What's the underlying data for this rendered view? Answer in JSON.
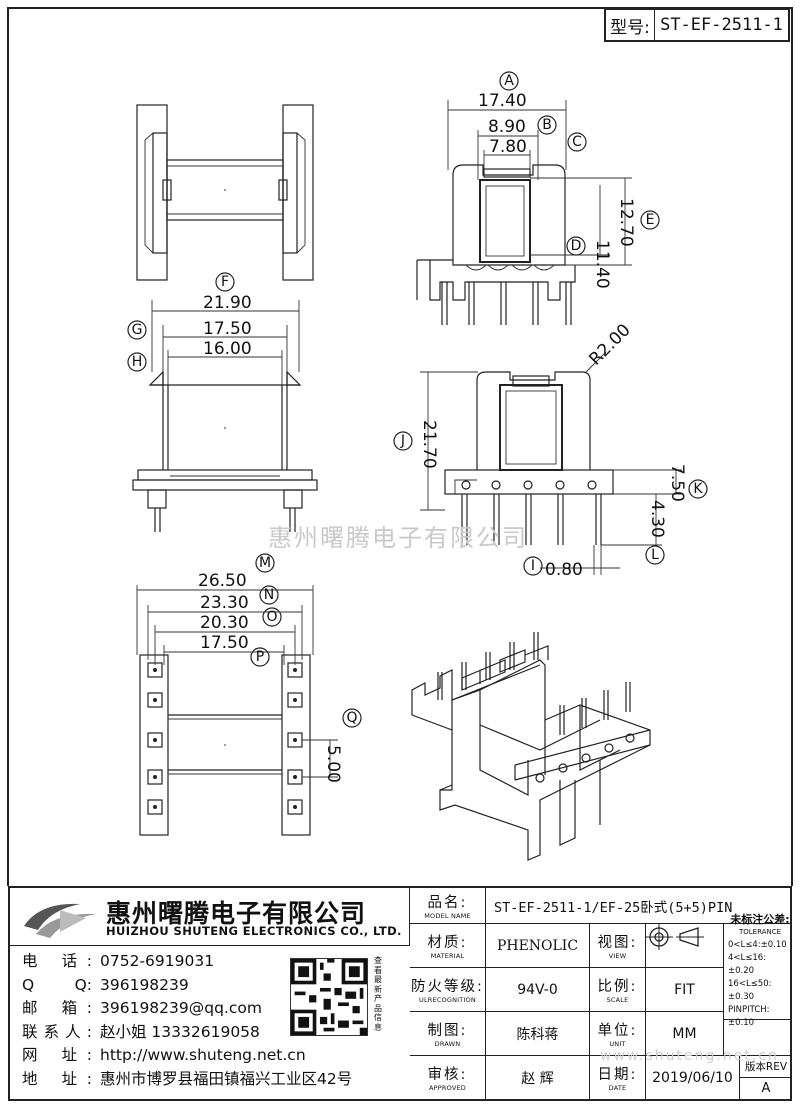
{
  "header": {
    "model_key": "型号:",
    "model_value": "ST-EF-2511-1"
  },
  "watermark": "惠州曙腾电子有限公司",
  "dimensions": {
    "A": "17.40",
    "B": "8.90",
    "C": "7.80",
    "D": "11.40",
    "E": "12.70",
    "F": "21.90",
    "G": "17.50",
    "H": "16.00",
    "radius": "R2.00",
    "J": "21.70",
    "K": "7.50",
    "L": "4.30",
    "I": "0.80",
    "M": "26.50",
    "N": "23.30",
    "O": "20.30",
    "P": "17.50",
    "Q": "5.00"
  },
  "callouts": [
    "A",
    "B",
    "C",
    "D",
    "E",
    "F",
    "G",
    "H",
    "J",
    "K",
    "L",
    "I",
    "M",
    "N",
    "O",
    "P",
    "Q"
  ],
  "company": {
    "cn": "惠州曙腾电子有限公司",
    "en": "HUIZHOU SHUTENG ELECTRONICS CO., LTD."
  },
  "contact": [
    {
      "k": "电  话:",
      "v": "0752-6919031"
    },
    {
      "k": "Q    Q:",
      "v": "396198239"
    },
    {
      "k": "邮  箱:",
      "v": "396198239@qq.com"
    },
    {
      "k": "联系人:",
      "v": "赵小姐 13332619058"
    },
    {
      "k": "网  址:",
      "v": "http://www.shuteng.net.cn"
    },
    {
      "k": "地  址:",
      "v": "惠州市博罗县福田镇福兴工业区42号"
    }
  ],
  "qr_note": "查看最新产品信息",
  "table": {
    "model_name_cn": "品名:",
    "model_name_en": "MODEL NAME",
    "model_name_value": "ST-EF-2511-1/EF-25卧式(5+5)PIN",
    "material_cn": "材质:",
    "material_en": "MATERIAL",
    "material_value": "PHENOLIC",
    "view_cn": "视图:",
    "view_en": "VIEW",
    "fire_cn": "防火等级:",
    "fire_en": "ULRECOGNITION",
    "fire_value": "94V-0",
    "scale_cn": "比例:",
    "scale_en": "SCALE",
    "scale_value": "FIT",
    "drawn_cn": "制图:",
    "drawn_en": "DRAWN",
    "drawn_value": "陈科蒋",
    "unit_cn": "单位:",
    "unit_en": "UNIT",
    "unit_value": "MM",
    "approved_cn": "审核:",
    "approved_en": "APPROVED",
    "approved_value": "赵  辉",
    "date_cn": "日期:",
    "date_en": "DATE",
    "date_value": "2019/06/10",
    "tol_title": "未标注公差:",
    "tol_en": "TOLERANCE",
    "tol_lines": [
      "0<L≤4:±0.10",
      "4<L≤16:±0.20",
      "16<L≤50:±0.30",
      "PINPITCH:±0.10"
    ],
    "rev_label": "版本REV",
    "rev_value": "A"
  },
  "footer_watermark": "www.shuteng.net.cn"
}
